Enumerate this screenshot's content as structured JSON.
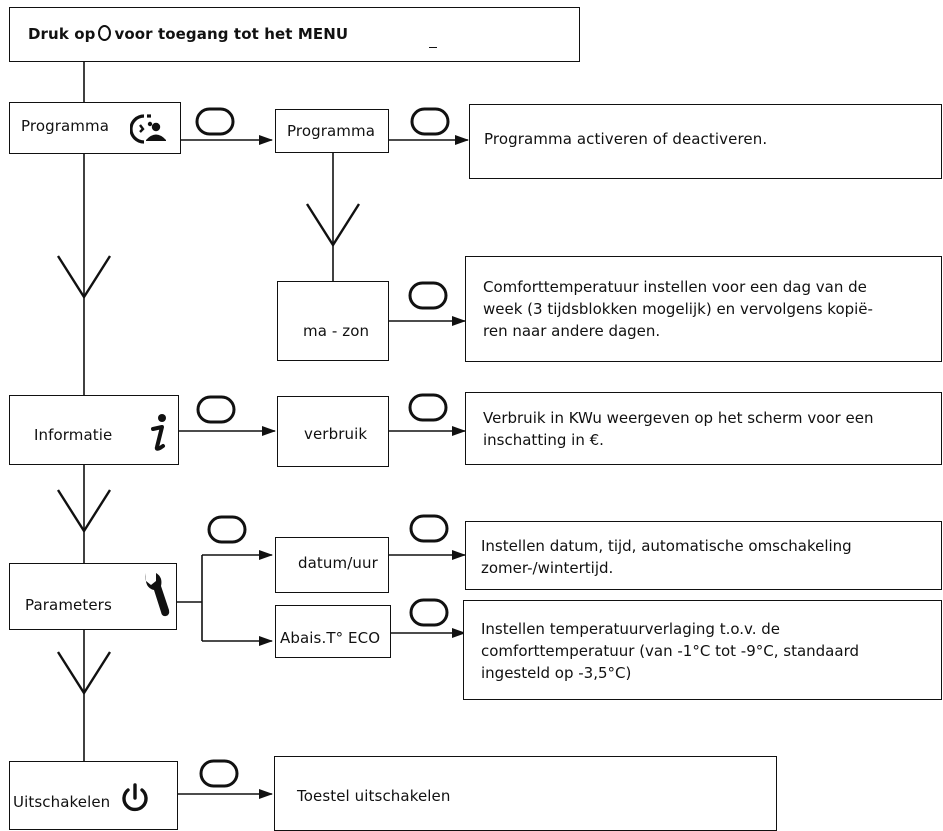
{
  "header": {
    "prefix": "Druk op",
    "suffix": "voor toegang tot het MENU"
  },
  "menu": {
    "programma": "Programma",
    "informatie": "Informatie",
    "parameters": "Parameters",
    "uitschakelen": "Uitschakelen"
  },
  "sub": {
    "programma": "Programma",
    "ma_zon": "ma - zon",
    "verbruik": "verbruik",
    "datum_uur": "datum/uur",
    "abais_eco": "Abais.T° ECO"
  },
  "desc": {
    "programma": "Programma activeren of deactiveren.",
    "ma_zon": [
      "Comforttemperatuur instellen voor een dag van de",
      "week (3 tijdsblokken mogelijk) en vervolgens kopië-",
      "ren naar andere dagen."
    ],
    "verbruik": [
      "Verbruik in KWu weergeven op het scherm voor een",
      "inschatting in €."
    ],
    "datum_uur": [
      "Instellen datum, tijd, automatische omschakeling",
      "zomer-/wintertijd."
    ],
    "abais_eco": [
      "Instellen temperatuurverlaging t.o.v. de",
      "comforttemperatuur (van -1°C tot -9°C, standaard",
      "ingesteld op -3,5°C)"
    ],
    "uitschakelen": "Toestel uitschakelen"
  },
  "icons": [
    "ok-button-icon",
    "down-chevron-icon",
    "schedule-person-icon",
    "info-icon",
    "wrench-icon",
    "power-icon"
  ]
}
